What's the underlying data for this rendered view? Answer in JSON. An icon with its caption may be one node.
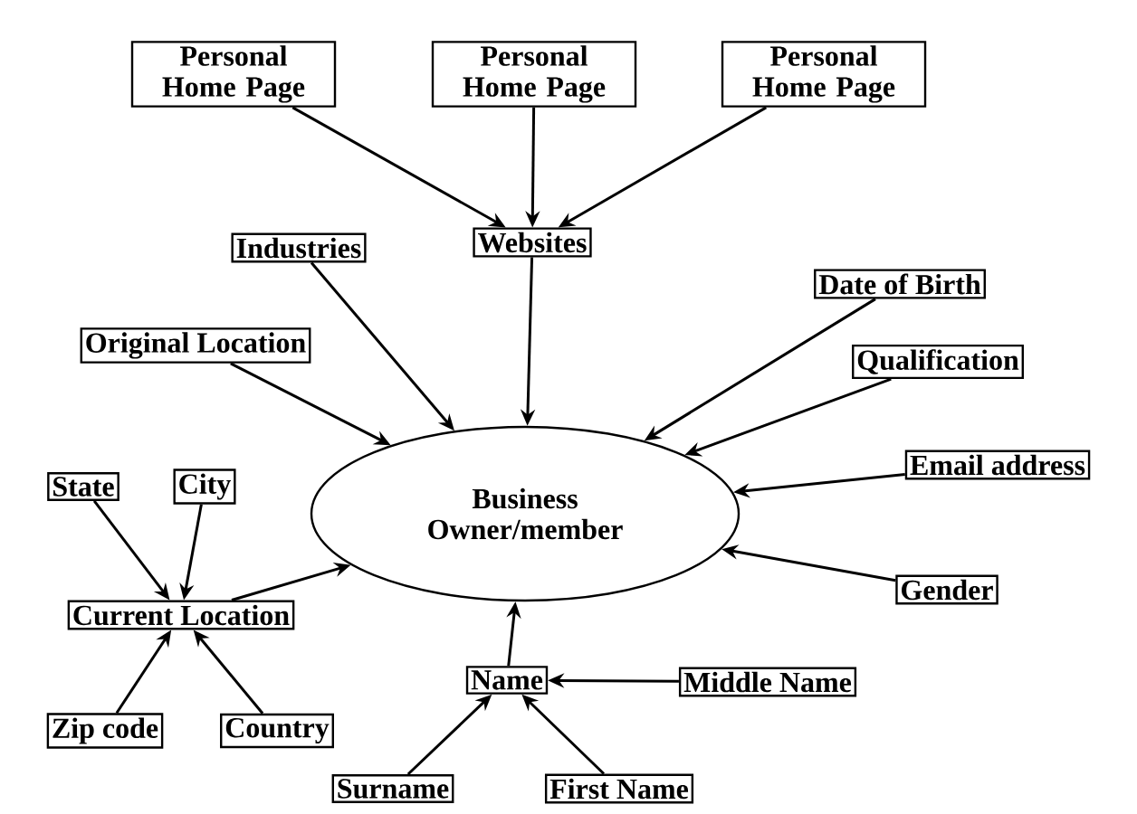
{
  "diagram": {
    "nodes": [
      {
        "text": [
          "Personal Home Page"
        ]
      },
      {
        "text": [
          "Personal Home Page"
        ]
      },
      {
        "text": [
          "Personal Home Page"
        ]
      },
      {
        "text": [
          "Websites"
        ]
      },
      {
        "text": [
          "Industries"
        ]
      },
      {
        "text": [
          "Date of Birth"
        ]
      },
      {
        "text": [
          "Original Location"
        ]
      },
      {
        "text": [
          "Qualification"
        ]
      },
      {
        "text": [
          "Business Owner/member"
        ]
      },
      {
        "text": [
          "State"
        ]
      },
      {
        "text": [
          "City"
        ]
      },
      {
        "text": [
          "Email address"
        ]
      },
      {
        "text": [
          "Current Location"
        ]
      },
      {
        "text": [
          "Gender"
        ]
      },
      {
        "text": [
          "Name"
        ]
      },
      {
        "text": [
          "Middle Name"
        ]
      },
      {
        "text": [
          "Zip code"
        ]
      },
      {
        "text": [
          "Country"
        ]
      },
      {
        "text": [
          "Surname"
        ]
      },
      {
        "text": [
          "First Name"
        ]
      }
    ],
    "edges": [
      {
        "from": 0,
        "to": 3,
        "arrow": "to"
      },
      {
        "from": 1,
        "to": 3,
        "arrow": "to"
      },
      {
        "from": 2,
        "to": 3,
        "arrow": "to"
      },
      {
        "from": 3,
        "to": 8,
        "arrow": "to"
      },
      {
        "from": 4,
        "to": 8,
        "arrow": "to"
      },
      {
        "from": 5,
        "to": 8,
        "arrow": "to"
      },
      {
        "from": 6,
        "to": 8,
        "arrow": "to"
      },
      {
        "from": 7,
        "to": 8,
        "arrow": "to"
      },
      {
        "from": 11,
        "to": 8,
        "arrow": "to"
      },
      {
        "from": 12,
        "to": 8,
        "arrow": "to"
      },
      {
        "from": 13,
        "to": 8,
        "arrow": "to"
      },
      {
        "from": 14,
        "to": 8,
        "arrow": "to"
      },
      {
        "from": 9,
        "to": 12,
        "arrow": "to"
      },
      {
        "from": 10,
        "to": 12,
        "arrow": "to"
      },
      {
        "from": 16,
        "to": 12,
        "arrow": "to"
      },
      {
        "from": 17,
        "to": 12,
        "arrow": "to"
      },
      {
        "from": 15,
        "to": 14,
        "arrow": "to"
      },
      {
        "from": 18,
        "to": 14,
        "arrow": "to"
      },
      {
        "from": 19,
        "to": 14,
        "arrow": "to"
      }
    ]
  }
}
